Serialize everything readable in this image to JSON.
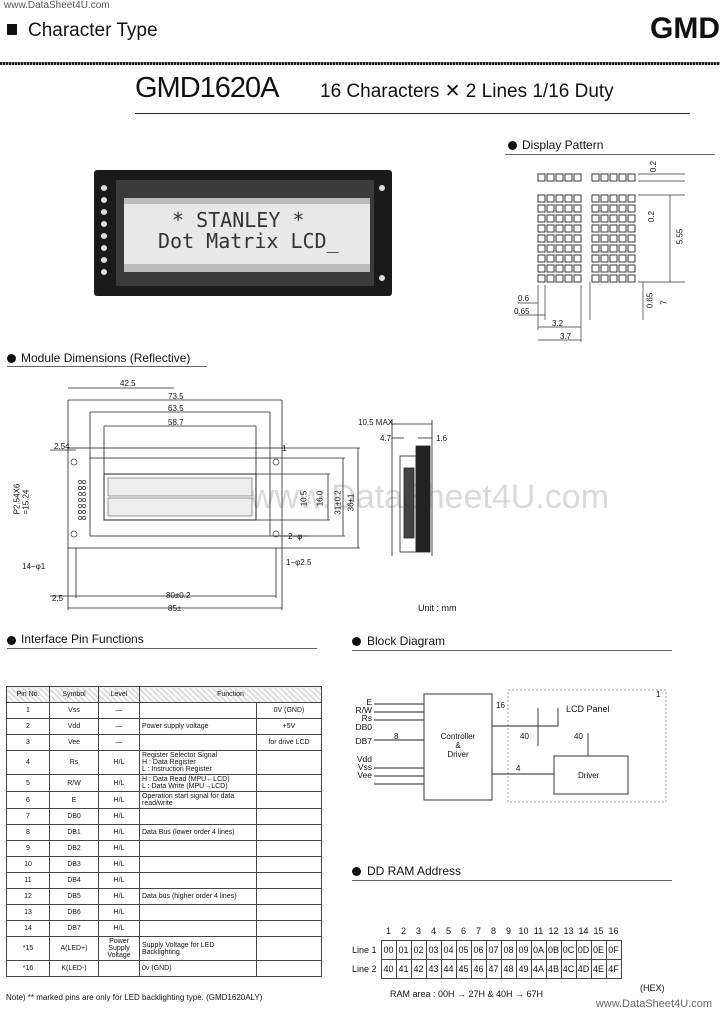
{
  "watermark_top": "www.DataSheet4U.com",
  "watermark_bottom": "www.DataSheet4U.com",
  "watermark_mid": "www.DataSheet4U.com",
  "header": {
    "title": "Character Type",
    "series": "GMD"
  },
  "model": {
    "name": "GMD1620A",
    "spec": "16 Characters ✕ 2 Lines  1/16 Duty"
  },
  "lcd": {
    "line1": "* STANLEY *",
    "line2": "Dot Matrix LCD_"
  },
  "display_pattern": {
    "title": "Display Pattern",
    "dims": {
      "a": "0.2",
      "b": "0.2",
      "c": "5.55",
      "d": "0.65",
      "e": "7",
      "f": "0.6",
      "g": "0.65",
      "h": "3.2",
      "i": "3.7"
    }
  },
  "module_dims": {
    "title": "Module Dimensions (Reflective)",
    "d1": "42.5",
    "d2": "73.5",
    "d3": "63.5",
    "d4": "58.7",
    "d5": "2.54",
    "d6": "P2.54X6\n=15.24",
    "d7": "10.5",
    "d8": "16.0",
    "d9": "31±0.2",
    "d10": "36±1",
    "d11": "2−φ",
    "d12": "14−φ1",
    "d13": "1−φ2.5",
    "d14": "2.5",
    "d15": "80±0.2",
    "d16": "85±",
    "side1": "10.5 MAX",
    "side2": "4.7",
    "side3": "1.6",
    "unit": "Unit : mm",
    "d17": "1"
  },
  "pins": {
    "title": "Interface Pin Functions",
    "headers": [
      "Pin No.",
      "Symbol",
      "Level",
      "Function"
    ],
    "rows": [
      [
        "1",
        "Vss",
        "—",
        "",
        "0V (GND)"
      ],
      [
        "2",
        "Vdd",
        "—",
        "Power supply voltage",
        "+5V"
      ],
      [
        "3",
        "Vee",
        "—",
        "",
        "for drive LCD"
      ],
      [
        "4",
        "Rs",
        "H/L",
        "Register Selector Signal\nH : Data Register\nL : Instruction Register",
        ""
      ],
      [
        "5",
        "R/W",
        "H/L",
        "H : Data Read (MPU←LCD)\nL : Data Write (MPU→LCD)",
        ""
      ],
      [
        "6",
        "E",
        "H/L",
        "Operation start signal for data read/write",
        ""
      ],
      [
        "7",
        "DB0",
        "H/L",
        "",
        ""
      ],
      [
        "8",
        "DB1",
        "H/L",
        "Data Bus (lower order 4 lines)",
        ""
      ],
      [
        "9",
        "DB2",
        "H/L",
        "",
        ""
      ],
      [
        "10",
        "DB3",
        "H/L",
        "",
        ""
      ],
      [
        "11",
        "DB4",
        "H/L",
        "",
        ""
      ],
      [
        "12",
        "DB5",
        "H/L",
        "Data bus (higher order 4 lines)",
        ""
      ],
      [
        "13",
        "DB6",
        "H/L",
        "",
        ""
      ],
      [
        "14",
        "DB7",
        "H/L",
        "",
        ""
      ],
      [
        "*15",
        "A(LED+)",
        "Power Supply Voltage",
        "Supply Voltage for LED Backlighting",
        ""
      ],
      [
        "*16",
        "K(LED-)",
        "",
        "0v (GND)",
        ""
      ]
    ],
    "note": "Note) ** marked pins are only for LED backlighting type. (GMD1620ALY)"
  },
  "block": {
    "title": "Block Diagram",
    "inputs": [
      "E",
      "R/W",
      "Rs",
      "DB0",
      "DB7",
      "Vdd",
      "Vss",
      "Vee"
    ],
    "controller": "Controller\n&\nDriver",
    "driver": "Driver",
    "panel": "LCD Panel",
    "n16": "16",
    "n40a": "40",
    "n40b": "40",
    "n8": "8",
    "n4": "4",
    "n1": "1"
  },
  "ddram": {
    "title": "DD RAM Address",
    "cols": [
      "1",
      "2",
      "3",
      "4",
      "5",
      "6",
      "7",
      "8",
      "9",
      "10",
      "11",
      "12",
      "13",
      "14",
      "15",
      "16"
    ],
    "line1_label": "Line 1",
    "line1": [
      "00",
      "01",
      "02",
      "03",
      "04",
      "05",
      "06",
      "07",
      "08",
      "09",
      "0A",
      "0B",
      "0C",
      "0D",
      "0E",
      "0F"
    ],
    "line2_label": "Line 2",
    "line2": [
      "40",
      "41",
      "42",
      "43",
      "44",
      "45",
      "46",
      "47",
      "48",
      "49",
      "4A",
      "4B",
      "4C",
      "4D",
      "4E",
      "4F"
    ],
    "ram_area": "RAM area : 00H → 27H & 40H → 67H",
    "hex": "(HEX)"
  }
}
